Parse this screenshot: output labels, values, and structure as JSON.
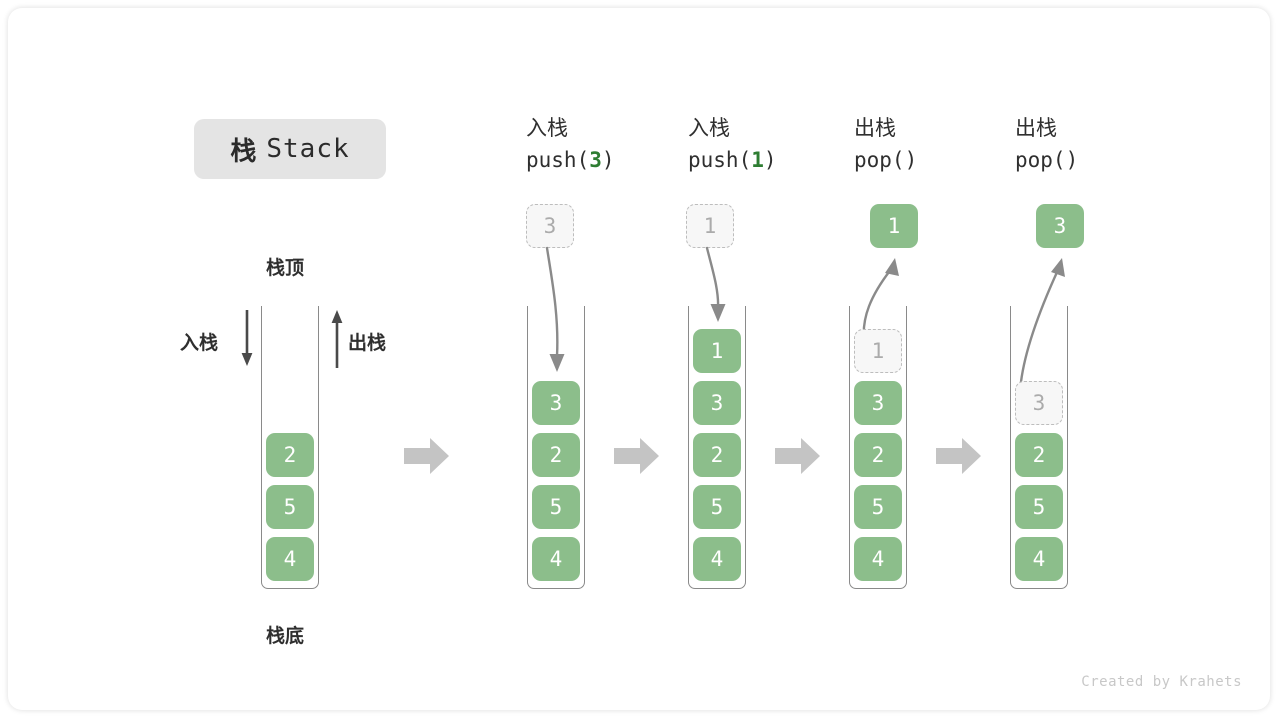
{
  "title": {
    "cn": "栈",
    "en": "Stack"
  },
  "labels": {
    "top": "栈顶",
    "bottom": "栈底",
    "push": "入栈",
    "pop": "出栈"
  },
  "credit": "Created by Krahets",
  "colors": {
    "cell_green": "#8CBE8B",
    "accent_green": "#2E7D32",
    "chip_gray": "#E4E4E4",
    "arrow_gray": "#C4C4C4",
    "ghost_border": "#BDBDBD",
    "ghost_fill": "#F7F7F7",
    "tube_stroke": "#8A8A8A",
    "text_dark": "#2F2F2F",
    "credit_gray": "#C8C8C8"
  },
  "steps": [
    {
      "id": "initial",
      "header_cn": "",
      "header_code": "",
      "cells": [
        "2",
        "5",
        "4"
      ],
      "ghost_in_stack": null,
      "ghost_above": null,
      "floating_cell": null
    },
    {
      "id": "push-3",
      "header_cn": "入栈",
      "header_code_prefix": "push(",
      "header_code_arg": "3",
      "header_code_suffix": ")",
      "cells": [
        "3",
        "2",
        "5",
        "4"
      ],
      "ghost_above": "3",
      "floating_cell": null,
      "arrow_direction": "down"
    },
    {
      "id": "push-1",
      "header_cn": "入栈",
      "header_code_prefix": "push(",
      "header_code_arg": "1",
      "header_code_suffix": ")",
      "cells": [
        "1",
        "3",
        "2",
        "5",
        "4"
      ],
      "ghost_above": "1",
      "floating_cell": null,
      "arrow_direction": "down"
    },
    {
      "id": "pop-1",
      "header_cn": "出栈",
      "header_code_prefix": "pop(",
      "header_code_arg": "",
      "header_code_suffix": ")",
      "cells": [
        "3",
        "2",
        "5",
        "4"
      ],
      "ghost_in_stack": "1",
      "floating_cell": "1",
      "arrow_direction": "up"
    },
    {
      "id": "pop-3",
      "header_cn": "出栈",
      "header_code_prefix": "pop(",
      "header_code_arg": "",
      "header_code_suffix": ")",
      "cells": [
        "2",
        "5",
        "4"
      ],
      "ghost_in_stack": "3",
      "floating_cell": "3",
      "arrow_direction": "up"
    }
  ],
  "stack_cells": {
    "initial": [
      "2",
      "5",
      "4"
    ],
    "after_push_3": [
      "3",
      "2",
      "5",
      "4"
    ],
    "after_push_1": [
      "1",
      "3",
      "2",
      "5",
      "4"
    ],
    "after_pop_1": [
      "3",
      "2",
      "5",
      "4"
    ],
    "after_pop_3": [
      "2",
      "5",
      "4"
    ]
  }
}
